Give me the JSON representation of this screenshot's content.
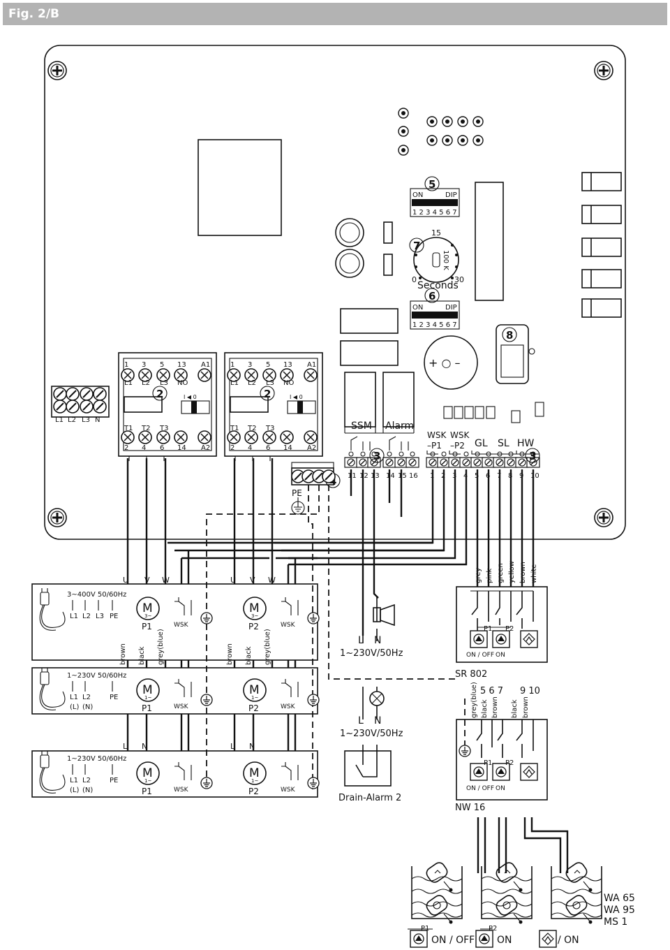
{
  "figure_title": "Fig. 2/B",
  "supply_strip": {
    "labels": [
      "L1",
      "L2",
      "L3",
      "N"
    ]
  },
  "contactor": {
    "top_numbers": [
      "1",
      "3",
      "5",
      "13",
      "A1"
    ],
    "top_terms": [
      "L1",
      "L2",
      "L3",
      "NO"
    ],
    "bottom_terms": [
      "T1",
      "T2",
      "T3"
    ],
    "bottom_numbers": [
      "2",
      "4",
      "6",
      "14",
      "A2"
    ],
    "switch_label": "I ◀ 0"
  },
  "callouts": {
    "contactor": "2",
    "terminal_blocks": "3",
    "pe_block": "4",
    "dip_top": "5",
    "dip_bottom": "6",
    "timer": "7",
    "fuse": "8"
  },
  "pe_label": "PE",
  "dip_switch": {
    "on": "ON",
    "dip": "DIP",
    "numbers": [
      "1",
      "2",
      "3",
      "4",
      "5",
      "6",
      "7"
    ]
  },
  "timer": {
    "min": "0",
    "mid": "15",
    "max": "30",
    "unit": "Seconds",
    "pot": "100 K"
  },
  "relay_labels": {
    "ssm": "SSM",
    "alarm": "Alarm"
  },
  "terminals_left": [
    "11",
    "12",
    "13",
    "14",
    "15",
    "16"
  ],
  "terminals_right": [
    "1",
    "2",
    "3",
    "4",
    "5",
    "6",
    "7",
    "8",
    "9",
    "10"
  ],
  "input_labels": {
    "wsk_p1": "WSK",
    "p1": "–P1",
    "wsk_p2": "WSK",
    "p2": "–P2",
    "gl": "GL",
    "sl": "SL",
    "hw": "HW"
  },
  "buzzer_sign": "+  ○  –",
  "panels": [
    {
      "supply": "3~400V 50/60Hz",
      "terms": [
        "L1",
        "L2",
        "L3",
        "PE"
      ],
      "sub": [
        "",
        "",
        "",
        ""
      ]
    },
    {
      "supply": "1~230V 50/60Hz",
      "terms": [
        "L1",
        "L2",
        "",
        "PE"
      ],
      "sub": [
        "(L)",
        "(N)",
        "",
        ""
      ]
    },
    {
      "supply": "1~230V 50/60Hz",
      "terms": [
        "L1",
        "L2",
        "",
        "PE"
      ],
      "sub": [
        "(L)",
        "(N)",
        "",
        ""
      ]
    }
  ],
  "motor": {
    "symbol": "M",
    "three_phase": "3~",
    "single_phase": "1~",
    "p1": "P1",
    "p2": "P2",
    "wsk": "WSK"
  },
  "motor_terminals": {
    "uvw": [
      "U",
      "V",
      "W"
    ],
    "ln": [
      "L",
      "N"
    ]
  },
  "cable_colors_3ph": [
    "brown",
    "black",
    "grey(blue)"
  ],
  "signal_colors": [
    "grey",
    "pink",
    "green",
    "yellow",
    "brown",
    "white"
  ],
  "ssm_supply": {
    "l": "L",
    "n": "N",
    "label": "1~230V/50Hz"
  },
  "alarm_supply": {
    "l": "L",
    "n": "N",
    "label": "1~230V/50Hz"
  },
  "drain_alarm": "Drain-Alarm 2",
  "sr802": {
    "name": "SR 802",
    "p1": "P1",
    "p2": "P2",
    "onoff": "ON / OFF",
    "on": "ON"
  },
  "nw16": {
    "name": "NW 16",
    "term_numbers": "5  6  7",
    "term_numbers_b": "9  10",
    "colors": [
      "grey(blue)",
      "black",
      "brown",
      "black",
      "brown"
    ],
    "p1": "P1",
    "p2": "P2",
    "onoff": "ON / OFF",
    "on": "ON"
  },
  "float_switches": {
    "models": [
      "WA 65",
      "WA 95",
      "MS 1"
    ],
    "p1": "P1",
    "p2": "P2",
    "onoff": "ON / OFF",
    "on": "ON",
    "alarm_on": "/ ON"
  }
}
